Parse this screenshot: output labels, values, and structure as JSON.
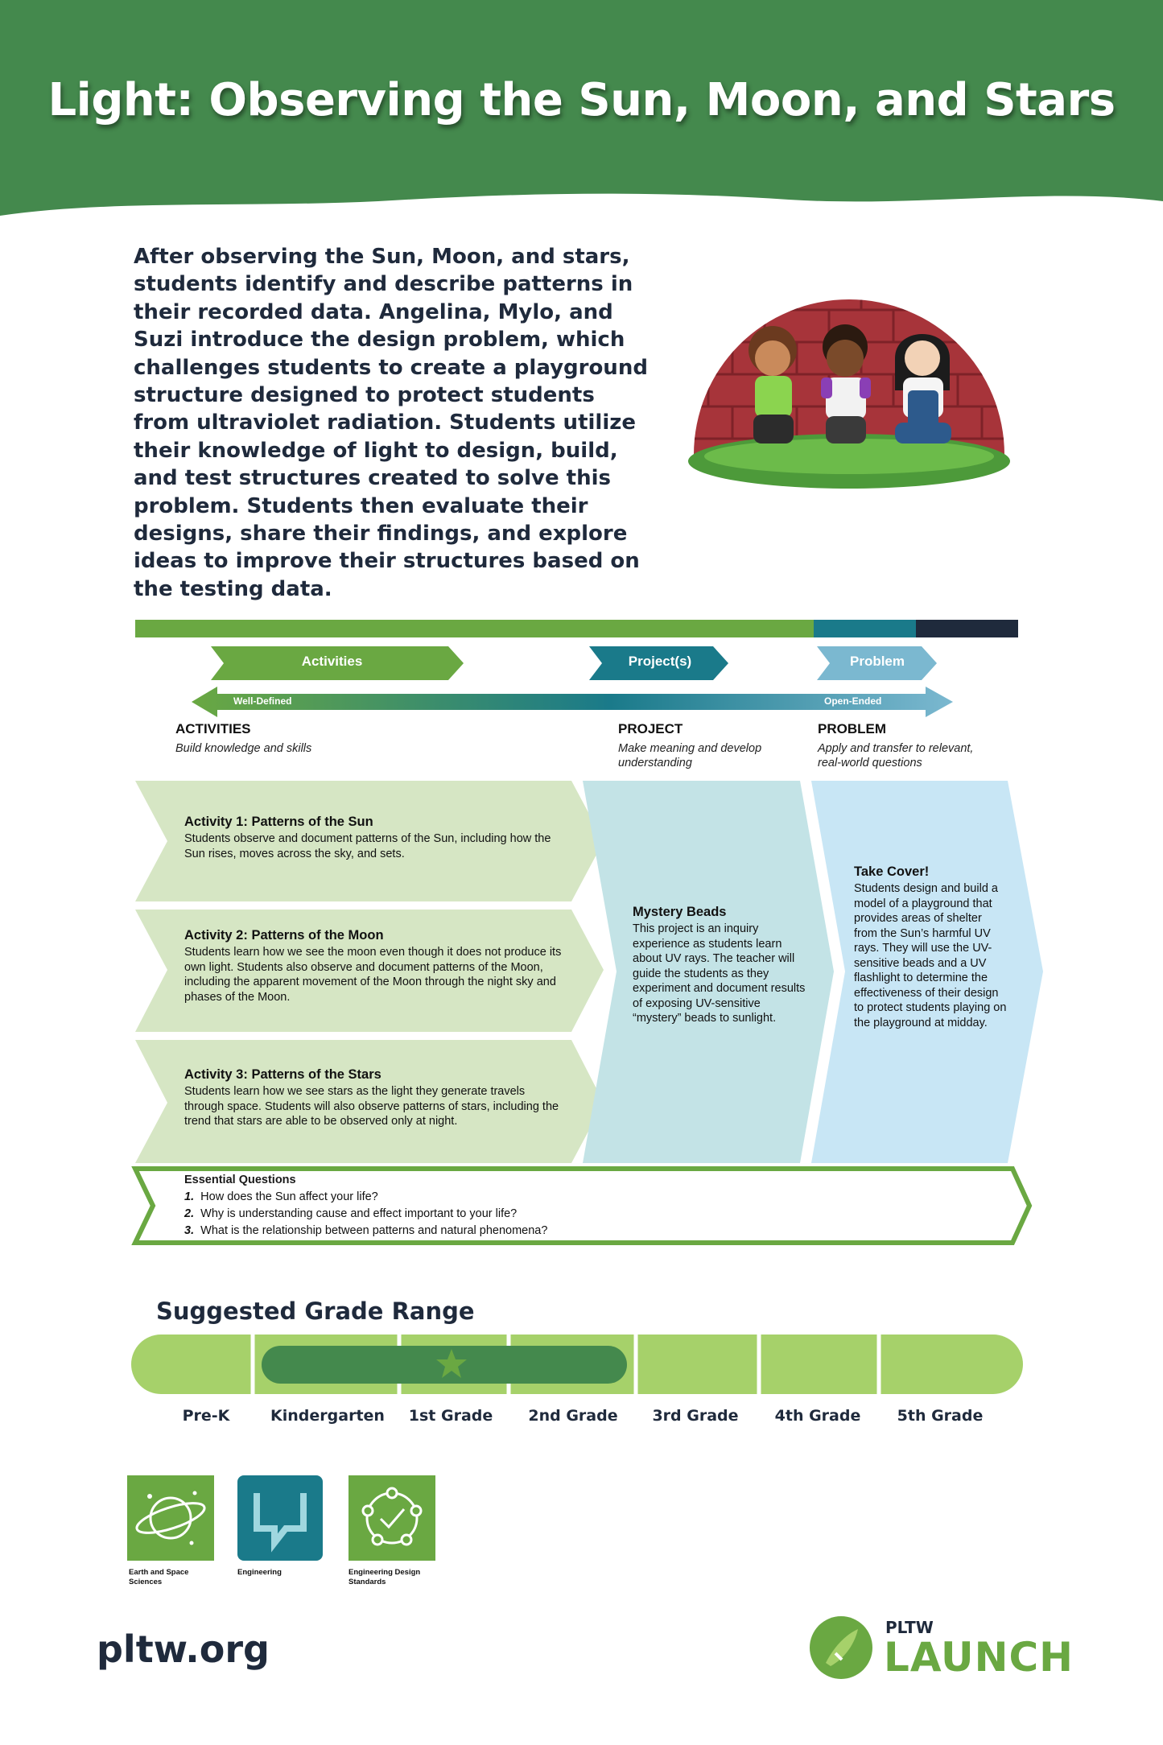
{
  "header": {
    "title": "Light: Observing the Sun, Moon, and Stars"
  },
  "intro": {
    "text": "After observing the Sun, Moon, and stars, students identify and describe patterns in their recorded data. Angelina, Mylo, and Suzi introduce the design problem, which challenges students to create a playground structure designed to protect students from ultraviolet radiation. Students utilize their knowledge of light to design, build, and test structures created to solve this problem. Students then evaluate their designs, share their findings, and explore ideas to improve their structures based on the testing data."
  },
  "spectrum": {
    "tags": {
      "activities": "Activities",
      "projects": "Project(s)",
      "problem": "Problem"
    },
    "arrow": {
      "left": "Well-Defined",
      "right": "Open-Ended"
    },
    "columns": [
      {
        "heading": "ACTIVITIES",
        "sub": "Build knowledge and skills"
      },
      {
        "heading": "PROJECT",
        "sub": "Make meaning and develop understanding"
      },
      {
        "heading": "PROBLEM",
        "sub": "Apply and transfer to relevant, real-world questions"
      }
    ]
  },
  "activities": [
    {
      "title": "Activity 1: Patterns of the Sun",
      "text": "Students observe and document patterns of the Sun, including how the Sun rises, moves across the sky, and sets."
    },
    {
      "title": "Activity 2: Patterns of the Moon",
      "text": "Students learn how we see the moon even though it does not produce its own light. Students also observe and document patterns of the Moon, including the apparent movement of the Moon through the night sky and phases of the Moon."
    },
    {
      "title": "Activity 3: Patterns of the Stars",
      "text": "Students learn how we see stars as the light they generate travels through space. Students will also observe patterns of stars, including the trend that stars are able to be observed only at night."
    }
  ],
  "project": {
    "title": "Mystery Beads",
    "text": "This project is an inquiry experience as students learn about UV rays. The teacher will guide the students as they experiment and document results of exposing UV-sensitive “mystery” beads to sunlight."
  },
  "problem": {
    "title": "Take Cover!",
    "text": "Students design and build a model of a playground that provides areas of shelter from the Sun’s harmful UV rays. They will use the UV-sensitive beads and a UV flashlight to determine the effectiveness of their design to protect students playing on the playground at midday."
  },
  "essential_questions": {
    "title": "Essential Questions",
    "items": [
      {
        "num": "1.",
        "text": "How does the Sun affect your life?"
      },
      {
        "num": "2.",
        "text": "Why is understanding cause and effect important to your life?"
      },
      {
        "num": "3.",
        "text": "What is the relationship between patterns and natural phenomena?"
      }
    ]
  },
  "grade_range": {
    "title": "Suggested Grade Range",
    "grades": [
      "Pre-K",
      "Kindergarten",
      "1st Grade",
      "2nd Grade",
      "3rd Grade",
      "4th Grade",
      "5th Grade"
    ],
    "range_start": "Kindergarten",
    "range_end": "2nd Grade",
    "highlight_grade": "1st Grade"
  },
  "categories": [
    {
      "label": "Earth and Space Sciences",
      "icon": "planet-icon",
      "color": "#6aa842"
    },
    {
      "label": "Engineering",
      "icon": "engineering-icon",
      "color": "#1a7a8a"
    },
    {
      "label": "Engineering Design Standards",
      "icon": "design-cycle-icon",
      "color": "#6aa842"
    }
  ],
  "footer": {
    "site": "pltw.org",
    "brand_top": "PLTW",
    "brand_bottom": "LAUNCH"
  },
  "colors": {
    "header_green": "#44894d",
    "activity_green": "#6aa842",
    "project_teal": "#1a7a8a",
    "problem_blue": "#7bb8d0",
    "dark_navy": "#1f2a3c"
  }
}
